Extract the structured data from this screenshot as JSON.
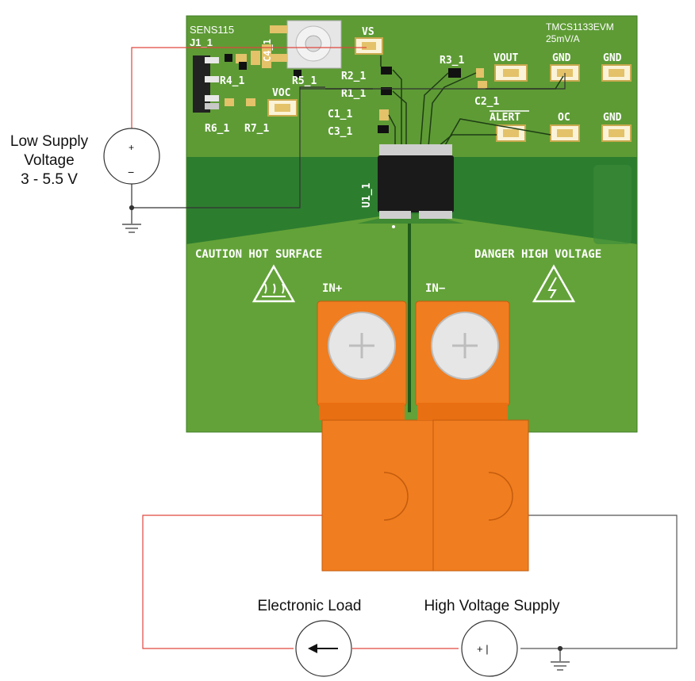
{
  "board": {
    "name": "SENS115",
    "connector": "J1_1",
    "model": "TMCS1133EVM",
    "sensitivity": "25mV/A",
    "chip_ref": "U1_1",
    "components": {
      "c4": "C4_1",
      "r4": "R4_1",
      "r5": "R5_1",
      "r2": "R2_1",
      "r1": "R1_1",
      "r3": "R3_1",
      "c2": "C2_1",
      "c1": "C1_1",
      "c3": "C3_1",
      "r6": "R6_1",
      "r7": "R7_1"
    },
    "test_points": {
      "vs": "VS",
      "vout": "VOUT",
      "gnd1": "GND",
      "gnd2": "GND",
      "voc": "VOC",
      "alert": "ALERT",
      "oc": "OC",
      "gnd3": "GND"
    },
    "warnings": {
      "caution": "CAUTION HOT SURFACE",
      "danger": "DANGER HIGH VOLTAGE"
    },
    "terminals": {
      "in_plus": "IN+",
      "in_minus": "IN−"
    }
  },
  "low_supply": {
    "line1": "Low Supply",
    "line2": "Voltage",
    "line3": "3 - 5.5 V",
    "plus": "+",
    "minus": "−"
  },
  "electronic_load": {
    "label": "Electronic Load"
  },
  "high_voltage_supply": {
    "label": "High Voltage Supply",
    "symbol": "+ |"
  },
  "colors": {
    "pcb_green": "#5e9b35",
    "pcb_dark_band": "#2d7d2f",
    "copper_pad": "#e3c26a",
    "terminal_orange": "#f07d1f",
    "wire_red": "#e0473f",
    "wire_gray": "#555555"
  }
}
